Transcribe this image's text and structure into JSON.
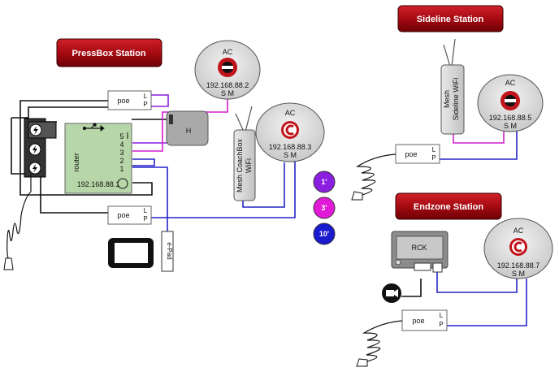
{
  "stations": {
    "pressbox": "PressBox Station",
    "sideline": "Sideline Station",
    "endzone": "Endzone Station"
  },
  "access_points": {
    "pressbox_top": {
      "label": "AC",
      "ip": "192.168.88.2",
      "sm": "S M"
    },
    "coachbox": {
      "label": "AC",
      "ip": "192.168.88.3",
      "sm": "S M"
    },
    "sideline": {
      "label": "AC",
      "ip": "192.168.88.5",
      "sm": "S M"
    },
    "endzone": {
      "label": "AC",
      "ip": "192.168.88.7",
      "sm": "S M"
    }
  },
  "poe": {
    "label": "poe",
    "lp_l": "L",
    "lp_p": "P"
  },
  "router": {
    "name": "router",
    "ip": "192.168.88.1",
    "ports": [
      "5",
      "4",
      "3",
      "2",
      "1"
    ]
  },
  "hub": {
    "label": "H"
  },
  "mesh_coachbox": {
    "line1": "Mesh CoachBox",
    "line2": "WiFi"
  },
  "mesh_sideline": {
    "line1": "Mesh",
    "line2": "Sideline WiFi"
  },
  "ipad": {
    "label": "e-Pad"
  },
  "rck": {
    "label": "RCK"
  },
  "cable_legend": [
    {
      "label": "1'",
      "color": "#8B1FE0"
    },
    {
      "label": "3'",
      "color": "#E21AD8"
    },
    {
      "label": "10'",
      "color": "#1A1ACF"
    }
  ],
  "colors": {
    "banner": "#C0141B",
    "purple": "#8B1FE0",
    "magenta": "#D21ECE",
    "blue": "#2424C8",
    "router_fill": "#B7D7A8"
  }
}
